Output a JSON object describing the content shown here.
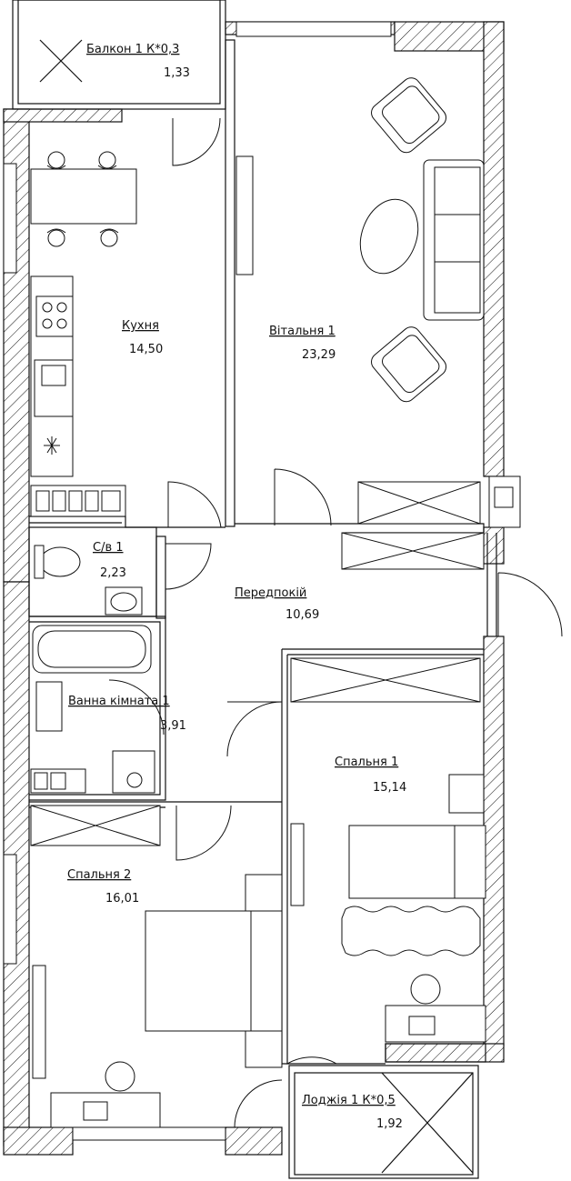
{
  "rooms": [
    {
      "name": "Балкон 1 К*0,3",
      "area": "1,33"
    },
    {
      "name": "Кухня",
      "area": "14,50"
    },
    {
      "name": "Вітальня 1",
      "area": "23,29"
    },
    {
      "name": "С/в 1",
      "area": "2,23"
    },
    {
      "name": "Передпокій",
      "area": "10,69"
    },
    {
      "name": "Ванна кімната 1",
      "area": "3,91"
    },
    {
      "name": "Спальня 1",
      "area": "15,14"
    },
    {
      "name": "Спальня 2",
      "area": "16,01"
    },
    {
      "name": "Лоджія 1 К*0,5",
      "area": "1,92"
    }
  ],
  "colors": {
    "wall": "#111111",
    "background": "#ffffff"
  }
}
